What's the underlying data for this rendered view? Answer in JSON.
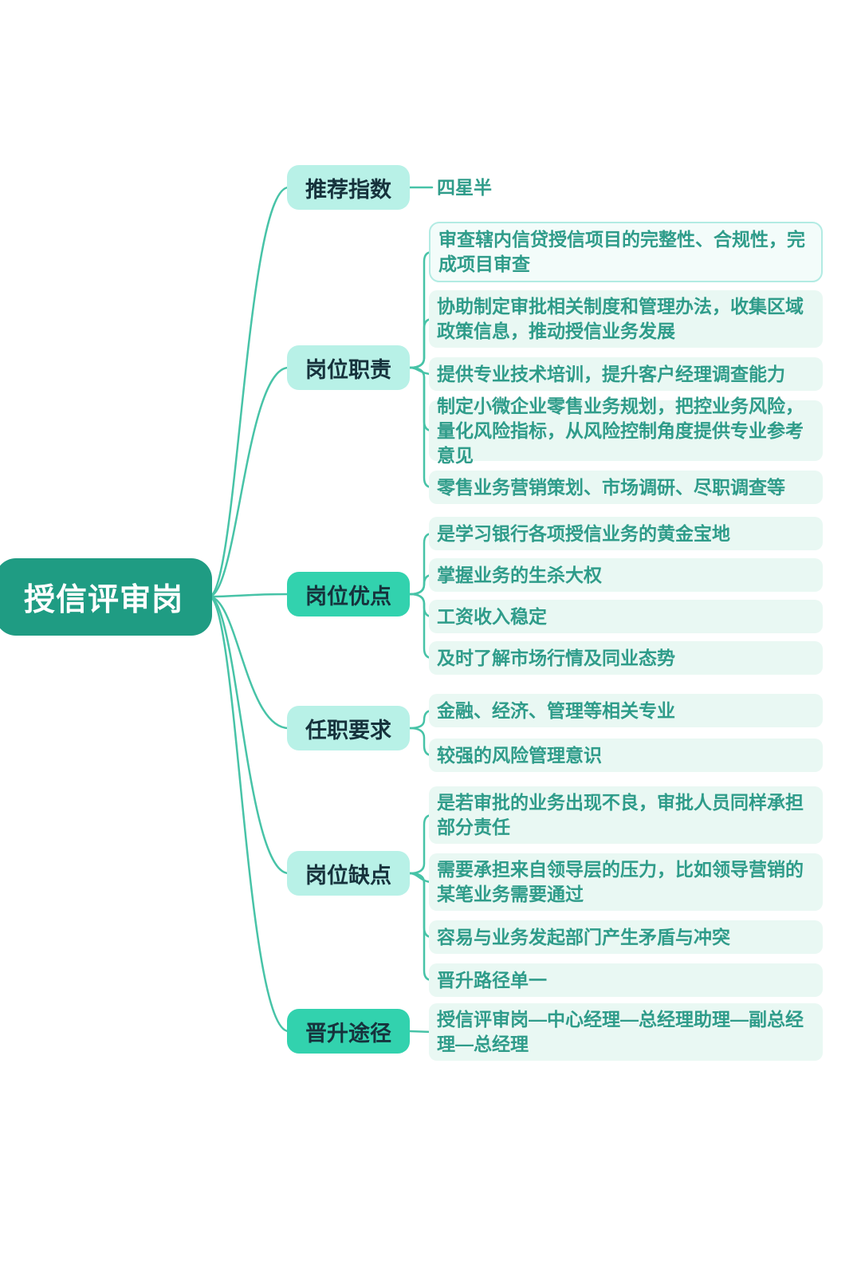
{
  "root": {
    "label": "授信评审岗"
  },
  "branches": [
    {
      "label": "推荐指数",
      "children": [
        {
          "text": "四星半"
        }
      ]
    },
    {
      "label": "岗位职责",
      "children": [
        {
          "text": "审查辖内信贷授信项目的完整性、合规性，完成项目审查"
        },
        {
          "text": "协助制定审批相关制度和管理办法，收集区域政策信息，推动授信业务发展"
        },
        {
          "text": "提供专业技术培训，提升客户经理调查能力"
        },
        {
          "text": "制定小微企业零售业务规划，把控业务风险，量化风险指标，从风险控制角度提供专业参考意见"
        },
        {
          "text": "零售业务营销策划、市场调研、尽职调查等"
        }
      ]
    },
    {
      "label": "岗位优点",
      "children": [
        {
          "text": "是学习银行各项授信业务的黄金宝地"
        },
        {
          "text": "掌握业务的生杀大权"
        },
        {
          "text": "工资收入稳定"
        },
        {
          "text": "及时了解市场行情及同业态势"
        }
      ]
    },
    {
      "label": "任职要求",
      "children": [
        {
          "text": "金融、经济、管理等相关专业"
        },
        {
          "text": "较强的风险管理意识"
        }
      ]
    },
    {
      "label": "岗位缺点",
      "children": [
        {
          "text": "是若审批的业务出现不良，审批人员同样承担部分责任"
        },
        {
          "text": "需要承担来自领导层的压力，比如领导营销的某笔业务需要通过"
        },
        {
          "text": "容易与业务发起部门产生矛盾与冲突"
        },
        {
          "text": "晋升路径单一"
        }
      ]
    },
    {
      "label": "晋升途径",
      "children": [
        {
          "text": "授信评审岗—中心经理—总经理助理—副总经理—总经理"
        }
      ]
    }
  ],
  "colors": {
    "line": "#47c3a7",
    "root-bg": "#1f9c83",
    "mint": "#b8f1e7",
    "bright": "#32d2ae",
    "dark-text": "#16323c",
    "item-text": "#2f9c8a",
    "strip-bg": "#e9f8f3",
    "sel-border": "#b2ebe3",
    "sel-bg": "#f3fcfa"
  }
}
